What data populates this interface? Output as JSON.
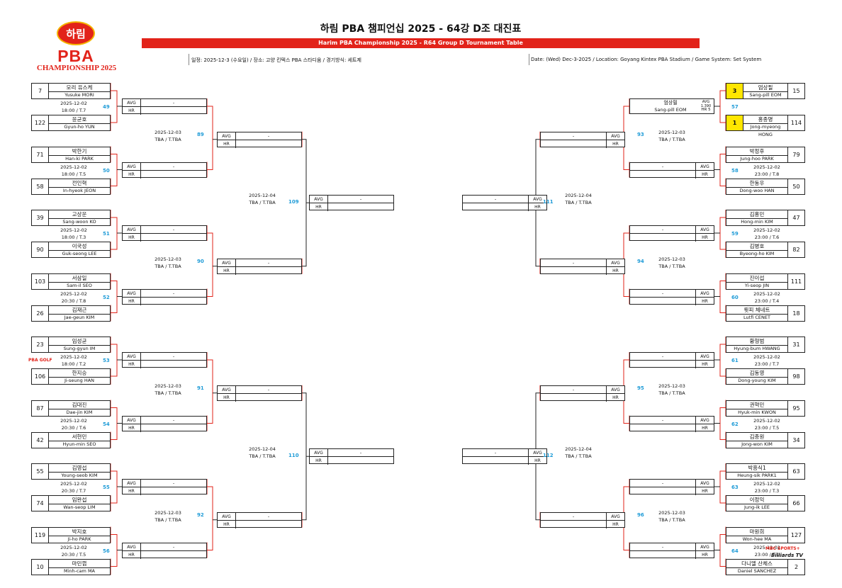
{
  "header": {
    "logo_text": "하림",
    "logo_pba": "PBA",
    "logo_champ": "CHAMPIONSHIP 2025",
    "title": "하림 PBA 챔피언십 2025 - 64강 D조 대진표",
    "subtitle": "Harim PBA Championship 2025 - R64 Group D Tournament Table",
    "info_ko": "일정: 2025-12-3 (수요일) / 장소: 고양 킨텍스 PBA 스타디움 / 경기방식: 세트제",
    "info_en": "Date: (Wed) Dec-3-2025 / Location: Goyang Kintex PBA Stadium / Game System: Set System"
  },
  "labels": {
    "avg": "AVG",
    "hr": "HR",
    "dash": "-"
  },
  "left_players": [
    {
      "seed": "7",
      "ko": "모리 유스케",
      "en": "Yusuke MORI"
    },
    {
      "seed": "122",
      "ko": "윤균호",
      "en": "Gyun-ho YUN"
    },
    {
      "seed": "71",
      "ko": "박한기",
      "en": "Han-ki PARK"
    },
    {
      "seed": "58",
      "ko": "전인혁",
      "en": "In-hyeok JEON"
    },
    {
      "seed": "39",
      "ko": "고상운",
      "en": "Sang-woon KO"
    },
    {
      "seed": "90",
      "ko": "이국성",
      "en": "Guk-seong LEE"
    },
    {
      "seed": "103",
      "ko": "서삼일",
      "en": "Sam-il SEO"
    },
    {
      "seed": "26",
      "ko": "김재근",
      "en": "Jae-geun KIM"
    },
    {
      "seed": "23",
      "ko": "임성균",
      "en": "Sung-gyun IM"
    },
    {
      "seed": "106",
      "ko": "한지승",
      "en": "Ji-seung HAN"
    },
    {
      "seed": "87",
      "ko": "김대진",
      "en": "Dae-jin KIM"
    },
    {
      "seed": "42",
      "ko": "서현민",
      "en": "Hyun-min SEO"
    },
    {
      "seed": "55",
      "ko": "김영섭",
      "en": "Young-seob KIM"
    },
    {
      "seed": "74",
      "ko": "임완섭",
      "en": "Wan-seop LIM"
    },
    {
      "seed": "119",
      "ko": "박지호",
      "en": "Ji-ho PARK"
    },
    {
      "seed": "10",
      "ko": "마민껌",
      "en": "Minh-cam MA"
    }
  ],
  "right_players": [
    {
      "seed": "15",
      "ko": "엄상필",
      "en": "Sang-pill EOM",
      "score": "3"
    },
    {
      "seed": "114",
      "ko": "홍종명",
      "en": "Jong-myeong HONG",
      "score": "1"
    },
    {
      "seed": "79",
      "ko": "박정후",
      "en": "Jung-hoo PARK"
    },
    {
      "seed": "50",
      "ko": "한동우",
      "en": "Dong-woo HAN"
    },
    {
      "seed": "47",
      "ko": "김홍민",
      "en": "Hong-min KIM"
    },
    {
      "seed": "82",
      "ko": "김병호",
      "en": "Byeong-ho KIM"
    },
    {
      "seed": "111",
      "ko": "진이섭",
      "en": "Yi-seop JIN"
    },
    {
      "seed": "18",
      "ko": "륏피 체네트",
      "en": "Lutfi CENET"
    },
    {
      "seed": "31",
      "ko": "황형범",
      "en": "Hyung-bum HWANG"
    },
    {
      "seed": "98",
      "ko": "김동영",
      "en": "Dong-young KIM"
    },
    {
      "seed": "95",
      "ko": "권혁민",
      "en": "Hyuk-min KWON"
    },
    {
      "seed": "34",
      "ko": "김종원",
      "en": "Jong-won KIM"
    },
    {
      "seed": "63",
      "ko": "박흥식1",
      "en": "Heung-sik PARK1"
    },
    {
      "seed": "66",
      "ko": "이정익",
      "en": "Jung-ik LEE"
    },
    {
      "seed": "127",
      "ko": "마원희",
      "en": "Won-hee MA"
    },
    {
      "seed": "2",
      "ko": "다니엘 산체스",
      "en": "Daniel SANCHEZ"
    }
  ],
  "left_r64": [
    {
      "no": "49",
      "date": "2025-12-02",
      "time": "18:00 / T.7"
    },
    {
      "no": "50",
      "date": "2025-12-02",
      "time": "18:00 / T.5"
    },
    {
      "no": "51",
      "date": "2025-12-02",
      "time": "18:00 / T.3"
    },
    {
      "no": "52",
      "date": "2025-12-02",
      "time": "20:30 / T.8"
    },
    {
      "no": "53",
      "date": "2025-12-02",
      "time": "18:00 / T.2"
    },
    {
      "no": "54",
      "date": "2025-12-02",
      "time": "20:30 / T.6"
    },
    {
      "no": "55",
      "date": "2025-12-02",
      "time": "20:30 / T.7"
    },
    {
      "no": "56",
      "date": "2025-12-02",
      "time": "20:30 / T.5"
    }
  ],
  "right_r64": [
    {
      "no": "57",
      "date": "",
      "time": ""
    },
    {
      "no": "58",
      "date": "2025-12-02",
      "time": "23:00 / T.8"
    },
    {
      "no": "59",
      "date": "2025-12-02",
      "time": "23:00 / T.6"
    },
    {
      "no": "60",
      "date": "2025-12-02",
      "time": "23:00 / T.4"
    },
    {
      "no": "61",
      "date": "2025-12-02",
      "time": "23:00 / T.7"
    },
    {
      "no": "62",
      "date": "2025-12-02",
      "time": "23:00 / T.5"
    },
    {
      "no": "63",
      "date": "2025-12-02",
      "time": "23:00 / T.3"
    },
    {
      "no": "64",
      "date": "2025-12-02",
      "time": "23:00 / T.1"
    }
  ],
  "left_r32": [
    {
      "no": "89",
      "date": "2025-12-03",
      "time": "TBA / T.TBA"
    },
    {
      "no": "90",
      "date": "2025-12-03",
      "time": "TBA / T.TBA"
    },
    {
      "no": "91",
      "date": "2025-12-03",
      "time": "TBA / T.TBA"
    },
    {
      "no": "92",
      "date": "2025-12-03",
      "time": "TBA / T.TBA"
    }
  ],
  "right_r32": [
    {
      "no": "93",
      "date": "2025-12-03",
      "time": "TBA / T.TBA"
    },
    {
      "no": "94",
      "date": "2025-12-03",
      "time": "TBA / T.TBA"
    },
    {
      "no": "95",
      "date": "2025-12-03",
      "time": "TBA / T.TBA"
    },
    {
      "no": "96",
      "date": "2025-12-03",
      "time": "TBA / T.TBA"
    }
  ],
  "left_r16": [
    {
      "no": "109",
      "date": "2025-12-04",
      "time": "TBA / T.TBA"
    },
    {
      "no": "110",
      "date": "2025-12-04",
      "time": "TBA / T.TBA"
    }
  ],
  "right_r16": [
    {
      "no": "111",
      "date": "2025-12-04",
      "time": "TBA / T.TBA"
    },
    {
      "no": "112",
      "date": "2025-12-04",
      "time": "TBA / T.TBA"
    }
  ],
  "winner_57": {
    "name_ko": "엄상필",
    "name_en": "Sang-pill EOM",
    "avg": "AVG 1.390",
    "hr": "HR 5"
  },
  "sponsors": {
    "pba_golf": "PBA GOLF",
    "mbc": "MBC SPORTS+",
    "billiards": "Billiards TV"
  },
  "colors": {
    "accent": "#e2231a",
    "match_no": "#1e9bd7",
    "highlight": "#ffe600"
  }
}
